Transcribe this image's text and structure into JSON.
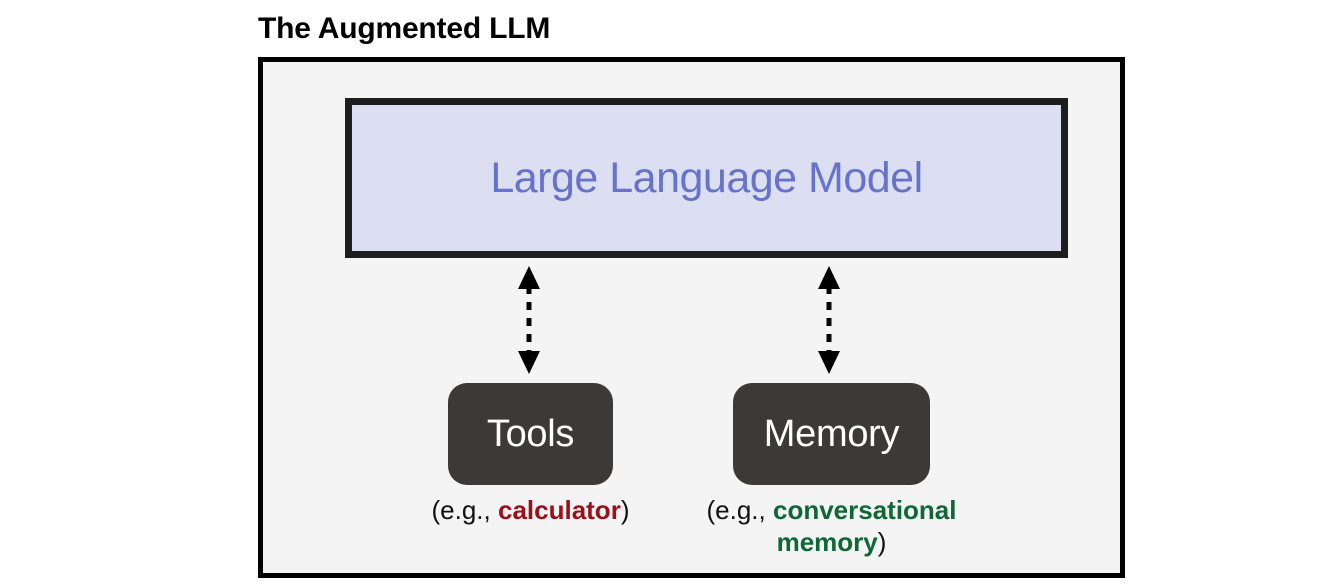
{
  "title": "The Augmented LLM",
  "container": {
    "name": "augmented-llm-container",
    "fill": "#f4f4f4",
    "border_color": "#000000"
  },
  "llm": {
    "label": "Large Language Model",
    "fill": "#dcdff1",
    "text_color": "#6673cc",
    "border_color": "#1d1d1d"
  },
  "nodes": [
    {
      "id": "tools",
      "label": "Tools",
      "fill": "#3b3a38",
      "text_color": "#ffffff",
      "caption_prefix": "(e.g., ",
      "caption_accent": "calculator",
      "caption_suffix": ")",
      "accent_color": "#9b1018"
    },
    {
      "id": "memory",
      "label": "Memory",
      "fill": "#3b3a38",
      "text_color": "#ffffff",
      "caption_prefix": "(e.g., ",
      "caption_accent": "conversational memory",
      "caption_suffix": ")",
      "accent_color": "#0d6836"
    }
  ],
  "connectors": [
    {
      "id": "llm-tools-connector",
      "style": "dashed",
      "heads": "both",
      "color": "#000000"
    },
    {
      "id": "llm-memory-connector",
      "style": "dashed",
      "heads": "both",
      "color": "#000000"
    }
  ]
}
